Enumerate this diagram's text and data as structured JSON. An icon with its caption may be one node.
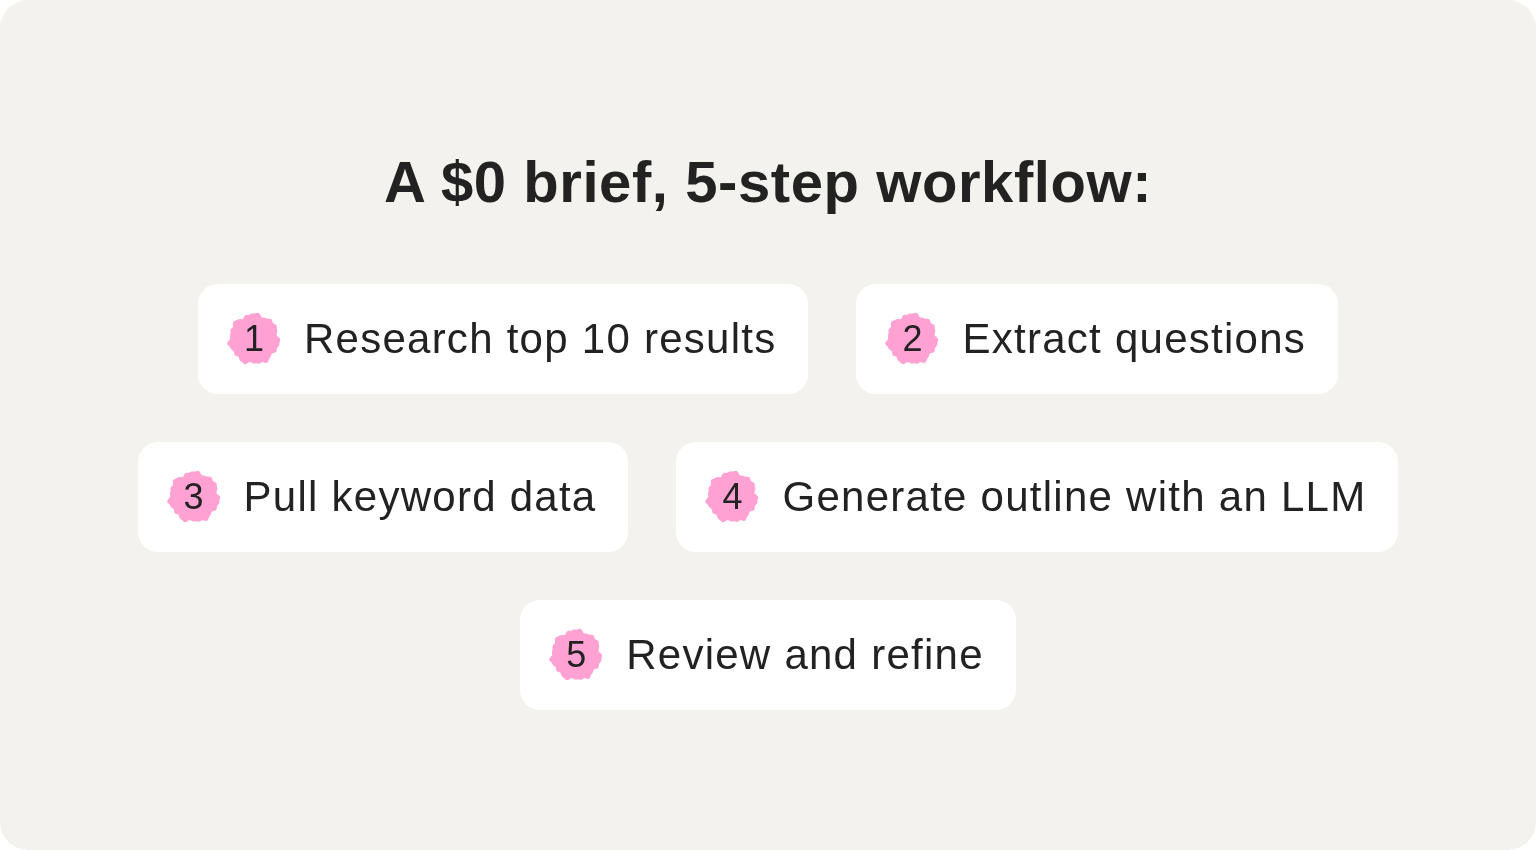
{
  "diagram": {
    "title": "A $0 brief, 5-step workflow:",
    "nodes": [
      {
        "text": [
          "1",
          "Research top 10 results"
        ]
      },
      {
        "text": [
          "2",
          "Extract questions"
        ]
      },
      {
        "text": [
          "3",
          "Pull keyword data"
        ]
      },
      {
        "text": [
          "4",
          "Generate outline with an LLM"
        ]
      },
      {
        "text": [
          "5",
          "Review and refine"
        ]
      }
    ]
  }
}
